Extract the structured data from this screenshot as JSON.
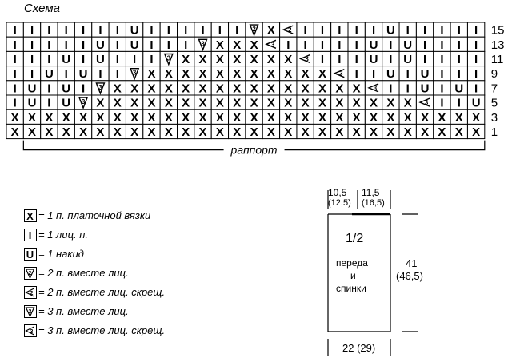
{
  "title": "Схема",
  "grid": {
    "rows": [
      {
        "label": "15",
        "cells": "IIIIIIIUIIIIIIBXCIIIIIUIIIII"
      },
      {
        "label": "13",
        "cells": "IIIIIUIUIIIAXXXDIIIIIUIUIIII"
      },
      {
        "label": "11",
        "cells": "IIIUIUIIIAXXXXXXXDIIIUIUIIII"
      },
      {
        "label": "9",
        "cells": "IIUIUIIAXXXXXXXXXXXDIIUIUIII"
      },
      {
        "label": "7",
        "cells": "IUIUIAXXXXXXXXXXXXXXXDIIUIUI"
      },
      {
        "label": "5",
        "cells": "IUIUAXXXXXXXXXXXXXXXXXXXDIIU"
      },
      {
        "label": "3",
        "cells": "XXXXXXXXXXXXXXXXXXXXXXXXXXXX"
      },
      {
        "label": "1",
        "cells": "XXXXXXXXXXXXXXXXXXXXXXXXXXXX"
      }
    ],
    "repeat_label": "раппорт"
  },
  "symbols": {
    "X": {
      "glyph": "X",
      "name": "garter-stitch"
    },
    "I": {
      "glyph": "I",
      "name": "knit-stitch"
    },
    "U": {
      "glyph": "U",
      "name": "yarn-over"
    },
    "A": {
      "glyph": "3",
      "name": "k3tog"
    },
    "B": {
      "glyph": "2",
      "name": "k2tog"
    },
    "C": {
      "glyph": "2",
      "name": "ssk2"
    },
    "D": {
      "glyph": "3",
      "name": "ssk3"
    }
  },
  "legend": [
    {
      "symbol": "X",
      "text": "= 1 п. платочной вязки"
    },
    {
      "symbol": "I",
      "text": "= 1 лиц. п."
    },
    {
      "symbol": "U",
      "text": "= 1 накид"
    },
    {
      "symbol": "B",
      "text": "= 2 п. вместе лиц."
    },
    {
      "symbol": "C",
      "text": "= 2 п. вместе лиц. скрещ."
    },
    {
      "symbol": "A",
      "text": "= 3 п. вместе лиц."
    },
    {
      "symbol": "D",
      "text": "= 3 п. вместе лиц. скрещ."
    }
  ],
  "schematic": {
    "top_left": "10,5",
    "top_left_alt": "(12,5)",
    "top_right": "11,5",
    "top_right_alt": "(16,5)",
    "fraction": "1/2",
    "piece_label_1": "переда",
    "piece_label_2": "и",
    "piece_label_3": "спинки",
    "height": "41",
    "height_alt": "(46,5)",
    "bottom": "22 (29)"
  }
}
